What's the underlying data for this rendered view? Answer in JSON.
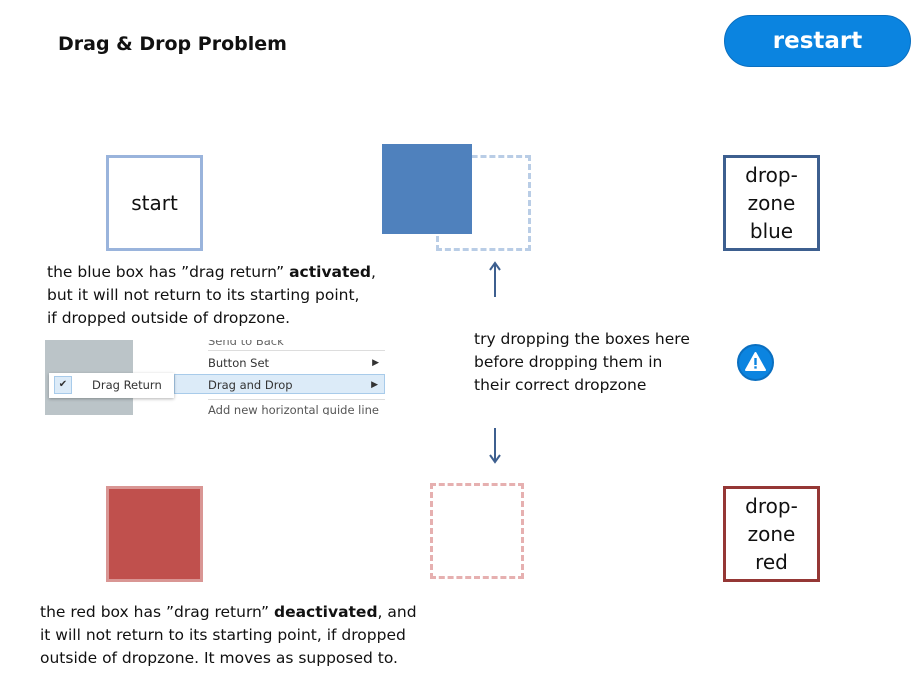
{
  "header": {
    "title": "Drag & Drop Problem",
    "restart_label": "restart"
  },
  "boxes": {
    "start": "start",
    "dropzone_blue": "drop-\nzone\nblue",
    "dropzone_red": "drop-\nzone\nred"
  },
  "blue_text": {
    "a": "the blue box has ”drag return” ",
    "b": "activated",
    "c": ",\nbut it will not return to its starting point,\nif dropped outside of dropzone."
  },
  "red_text": {
    "a": "the red box has ”drag return” ",
    "b": "deactivated",
    "c": ", and\nit will not return to its starting point, if dropped\noutside of dropzone. It moves as supposed to."
  },
  "hint": "try dropping the boxes here\nbefore dropping them in\ntheir correct dropzone",
  "context_menu": {
    "top_item": "Send to Back",
    "items": [
      "Button Set",
      "Drag and Drop",
      "Add new horizontal guide line"
    ],
    "submenu_item": "Drag Return",
    "submenu_checked": true
  },
  "colors": {
    "blue_box": "#4f81bd",
    "red_box": "#c0504d",
    "restart": "#0b84e0"
  },
  "icons": {
    "warning": "warning-icon"
  }
}
